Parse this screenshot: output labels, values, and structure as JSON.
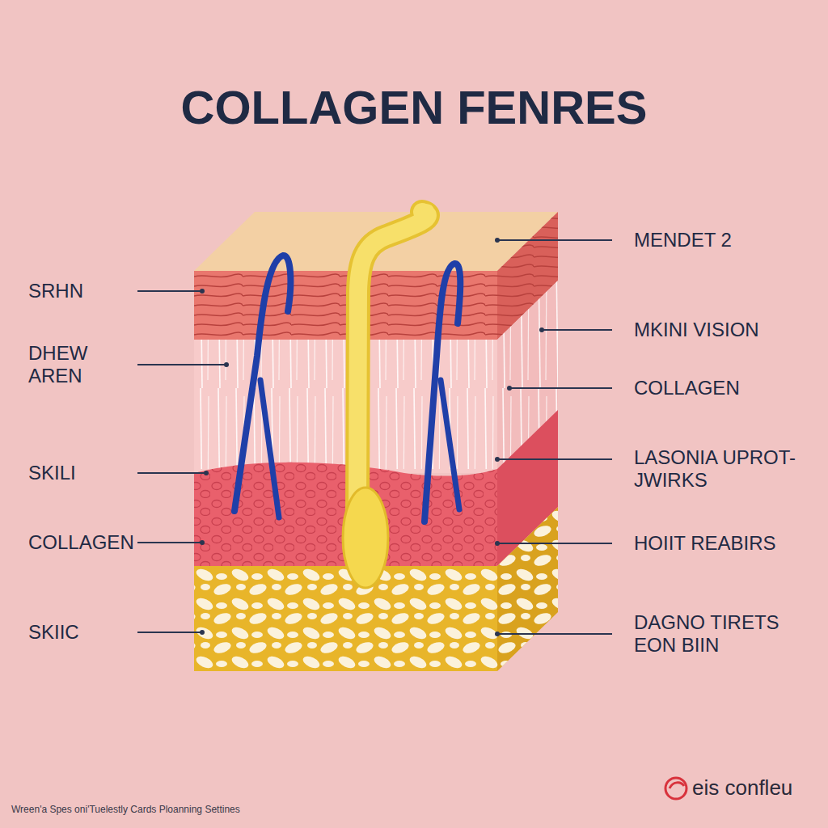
{
  "diagram": {
    "title": "COLLAGEN FENRES",
    "labels": [
      "SRHN",
      "DHEW AREN",
      "SKILI",
      "COLLAGEN",
      "SKIIC",
      "MENDET 2",
      "MKINI VISION",
      "COLLAGEN",
      "LASONIA UPROT- JWIRKS",
      "HOIIT REABIRS",
      "DAGNO TIRETS EON BIIN",
      "Wreen'a Spes oni'Tuelestly Cards Ploanning Settines",
      "eis confleu"
    ]
  }
}
